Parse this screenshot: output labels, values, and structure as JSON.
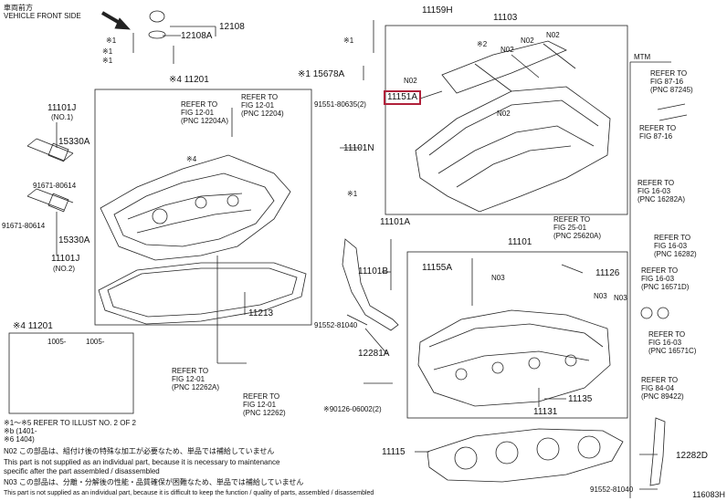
{
  "front_direction_label": "車両前方\nVEHICLE FRONT SIDE",
  "colors": {
    "highlight": "#b0203a",
    "line": "#222222"
  },
  "callouts": {
    "c12108": "12108",
    "c12108A": "12108A",
    "c11201": "※4 11201",
    "c11101J_1": "11101J",
    "c11101J_1_sub": "(NO.1)",
    "c15330A_1": "15330A",
    "c91671_1": "91671-80614",
    "c91671_2": "91671-80614",
    "c15330A_2": "15330A",
    "c11101J_2": "11101J",
    "c11101J_2_sub": "(NO.2)",
    "c11213": "11213",
    "cA11201": "※4 11201",
    "c11159H": "11159H",
    "c11103": "11103",
    "c15678A": "※1 15678A",
    "c11151A": "11151A",
    "c91551": "91551-80635(2)",
    "c11101N": "11101N",
    "c11101A": "11101A",
    "c11101B": "11101B",
    "c91552_1": "91552-81040",
    "c12281A": "12281A",
    "c11101": "11101",
    "c11155A": "11155A",
    "c11126": "11126",
    "c11135": "11135",
    "c11131": "11131",
    "c11115": "11115",
    "c90126": "※90126-06002(2)",
    "c12282D": "12282D",
    "c91552_2": "91552-81040",
    "mtm": "MTM",
    "n02a": "N02",
    "n02b": "N02",
    "n02c": "N02",
    "n02d": "N02",
    "n02e": "N02",
    "n03a": "N03",
    "n03b": "N03",
    "n03c": "N03",
    "star1a": "※1",
    "star1b": "※1",
    "star1c": "※1",
    "star1d": "※1",
    "star1e": "※1",
    "star2": "※2",
    "star4": "※4"
  },
  "refs": [
    {
      "id": "r1",
      "l1": "REFER TO",
      "l2": "FIG 12-01",
      "l3": "(PNC 12204A)"
    },
    {
      "id": "r2",
      "l1": "REFER TO",
      "l2": "FIG 12-01",
      "l3": "(PNC 12204)"
    },
    {
      "id": "r3",
      "l1": "REFER TO",
      "l2": "FIG 12-01",
      "l3": "(PNC 12262A)"
    },
    {
      "id": "r4",
      "l1": "REFER TO",
      "l2": "FIG 12-01",
      "l3": "(PNC 12262)"
    },
    {
      "id": "r5",
      "l1": "REFER TO",
      "l2": "FIG 87-16",
      "l3": "(PNC 87245)"
    },
    {
      "id": "r6",
      "l1": "REFER TO",
      "l2": "FIG 87-16",
      "l3": ""
    },
    {
      "id": "r7",
      "l1": "REFER TO",
      "l2": "FIG 16-03",
      "l3": "(PNC 16282A)"
    },
    {
      "id": "r8",
      "l1": "REFER TO",
      "l2": "FIG 16-03",
      "l3": "(PNC 16282)"
    },
    {
      "id": "r9",
      "l1": "REFER TO",
      "l2": "FIG 25-01",
      "l3": "(PNC 25620A)"
    },
    {
      "id": "r10",
      "l1": "REFER TO",
      "l2": "FIG 16-03",
      "l3": "(PNC 16571D)"
    },
    {
      "id": "r11",
      "l1": "REFER TO",
      "l2": "FIG 16-03",
      "l3": "(PNC 16571C)"
    },
    {
      "id": "r12",
      "l1": "REFER TO",
      "l2": "FIG 84-04",
      "l3": "(PNC 89422)"
    }
  ],
  "inset": {
    "title": "※4 11201",
    "labels": [
      "1005-",
      "1005-"
    ]
  },
  "notes": [
    "※1～※5 REFER TO ILLUST NO. 2 OF 2",
    "※b (1401-",
    "※6           1404)",
    "N02 この部品は、組付け後の特殊な加工が必要なため、単品では補給していません",
    "      This part is not supplied as an individual part, because it is necessary to maintenance",
    "      specific after the part assembled / disassembled",
    "N03 この部品は、分離・分解後の性能・品質確保が困難なため、単品では補給していません",
    "      This part is not supplied as an individual part, because it is difficult to keep the function / quality of parts, assembled / disassembled"
  ],
  "illus_code": "116083H"
}
